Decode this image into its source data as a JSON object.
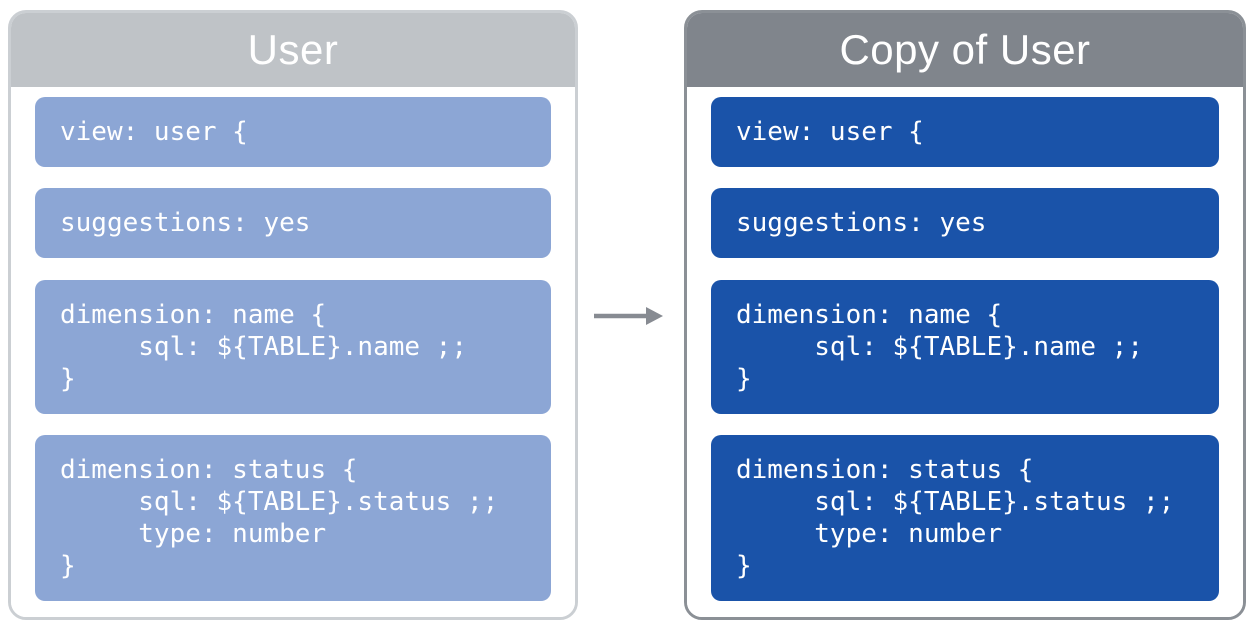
{
  "icons": {
    "arrow": "right-arrow"
  },
  "colors": {
    "left_header_bg": "#BFC3C7",
    "left_panel_border": "#CBCFD3",
    "left_block_bg": "#8CA6D5",
    "right_header_bg": "#80858C",
    "right_panel_border": "#8B9096",
    "right_block_bg": "#1A53A9",
    "arrow": "#878B92",
    "text_on_dark": "#FFFFFF",
    "page_bg": "#FFFFFF"
  },
  "panels": {
    "left": {
      "title": "User",
      "blocks": [
        {
          "text": "view: user {"
        },
        {
          "text": "suggestions: yes"
        },
        {
          "text": "dimension: name {\n     sql: ${TABLE}.name ;;\n}"
        },
        {
          "text": "dimension: status {\n     sql: ${TABLE}.status ;;\n     type: number\n}"
        }
      ]
    },
    "right": {
      "title": "Copy of User",
      "blocks": [
        {
          "text": "view: user {"
        },
        {
          "text": "suggestions: yes"
        },
        {
          "text": "dimension: name {\n     sql: ${TABLE}.name ;;\n}"
        },
        {
          "text": "dimension: status {\n     sql: ${TABLE}.status ;;\n     type: number\n}"
        }
      ]
    }
  }
}
